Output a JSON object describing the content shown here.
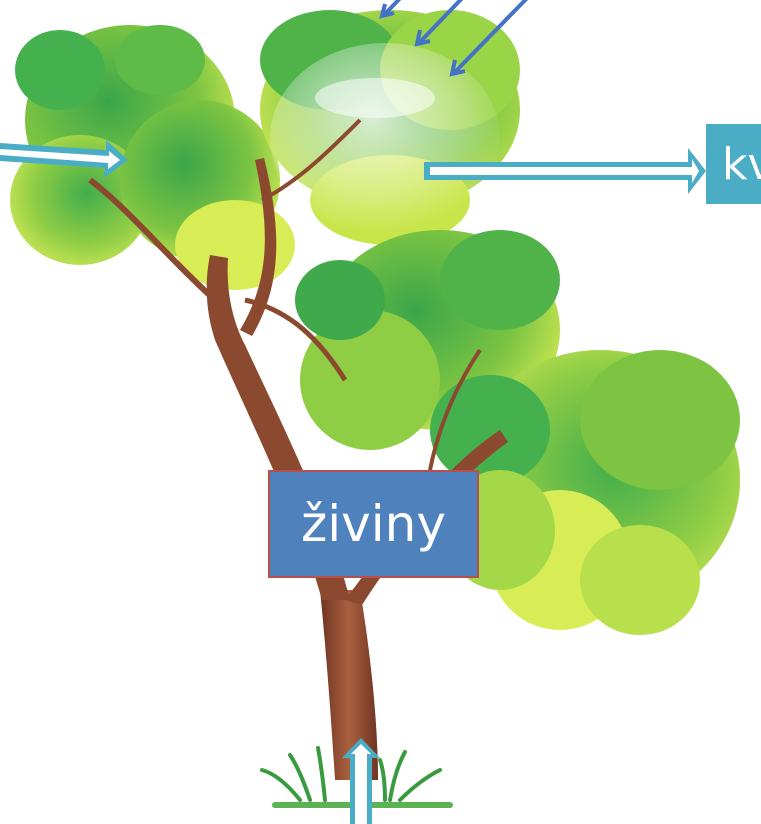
{
  "labels": {
    "nutrients": "živiny",
    "right_box_partial": "kv"
  },
  "colors": {
    "arrow_blue": "#4472c4",
    "arrow_cyan": "#4bacc6",
    "box_nutrients": "#4f81bd",
    "box_nutrients_border": "#b7504d",
    "box_right": "#4bacc6",
    "trunk": "#8b4a2f",
    "foliage_dark": "#3aa64a",
    "foliage_light": "#c8e64a"
  },
  "icons": {
    "tree": "tree-illustration",
    "sun_glow": "light-glow",
    "grass": "grass-tuft"
  }
}
